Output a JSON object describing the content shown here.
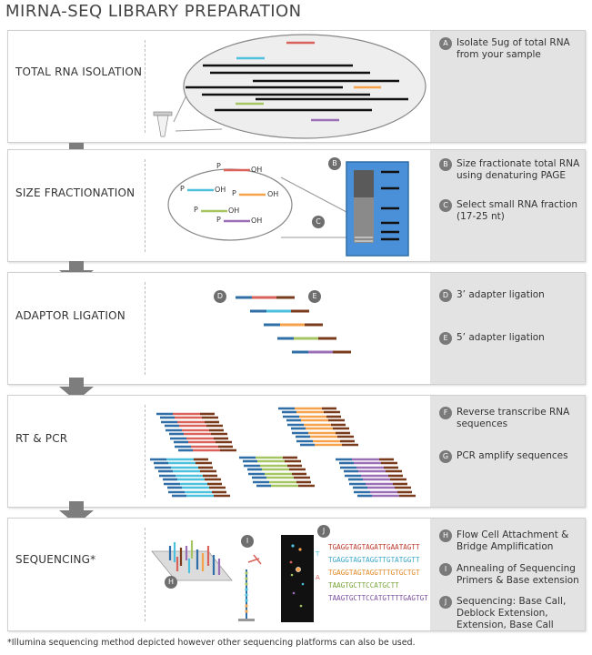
{
  "title": "MIRNA-SEQ LIBRARY PREPARATION",
  "colors": {
    "red": "#d9625a",
    "cyan": "#4cc0dc",
    "orange": "#f5a24a",
    "green": "#a5c563",
    "purple": "#9b6fb6",
    "blue": "#2f6ea6",
    "brown": "#7a3b1d",
    "gel_blue": "#4a90d9"
  },
  "sections": {
    "total_rna": {
      "label": "TOTAL RNA ISOLATION",
      "steps": [
        {
          "badge": "A",
          "text": "Isolate 5ug of total RNA from your sample"
        }
      ]
    },
    "size_fractionation": {
      "label": "SIZE FRACTIONATION",
      "p_label": "P",
      "oh_label": "OH",
      "badges": {
        "gel": "B",
        "zoom": "C"
      },
      "steps": [
        {
          "badge": "B",
          "text": "Size fractionate total RNA using denaturing PAGE"
        },
        {
          "badge": "C",
          "text": "Select small RNA fraction (17-25 nt)"
        }
      ]
    },
    "adaptor_ligation": {
      "label": "ADAPTOR LIGATION",
      "badges": {
        "left": "D",
        "right": "E"
      },
      "steps": [
        {
          "badge": "D",
          "text": "3’ adapter ligation"
        },
        {
          "badge": "E",
          "text": "5’ adapter ligation"
        }
      ]
    },
    "rt_pcr": {
      "label": "RT & PCR",
      "steps": [
        {
          "badge": "F",
          "text": "Reverse transcribe RNA sequences"
        },
        {
          "badge": "G",
          "text": "PCR amplify sequences"
        }
      ]
    },
    "sequencing": {
      "label": "SEQUENCING*",
      "badges": {
        "flow": "H",
        "primer": "I",
        "image": "J"
      },
      "image_marks": [
        "T",
        "A"
      ],
      "sequences": [
        {
          "text": "TGAGGTAGTAGATTGAATAGTT",
          "color": "#c0392b"
        },
        {
          "text": "TGAGGTAGTAGGTTGTATGGTT",
          "color": "#3aa7c9"
        },
        {
          "text": "TGAGGTAGTAGGTTTGTGCTGT",
          "color": "#e08a2a"
        },
        {
          "text": "TAAGTGCTTCCATGCTT",
          "color": "#7aa33a"
        },
        {
          "text": "TAAGTGCTTCCATGTTTTGAGTGT",
          "color": "#7b4f9e"
        }
      ],
      "steps": [
        {
          "badge": "H",
          "text": "Flow Cell Attachment & Bridge Amplification"
        },
        {
          "badge": "I",
          "text": "Annealing of Sequencing Primers & Base extension"
        },
        {
          "badge": "J",
          "text": "Sequencing: Base Call, Deblock Extension, Extension, Base Call"
        }
      ]
    }
  },
  "footnote": "*Illumina sequencing method depicted however other sequencing platforms can also be used."
}
